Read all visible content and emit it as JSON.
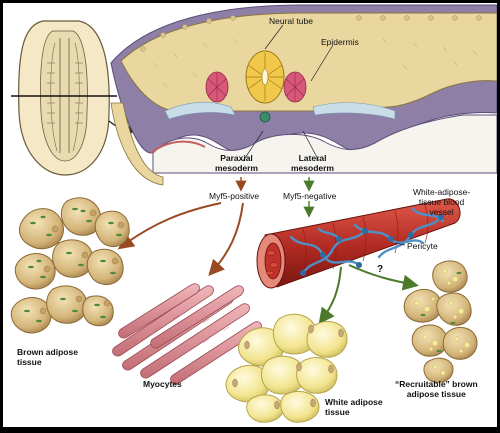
{
  "labels": {
    "neural_tube": "Neural tube",
    "epidermis": "Epidermis",
    "paraxial_mesoderm": "Paraxial\nmesoderm",
    "lateral_mesoderm": "Lateral\nmesoderm",
    "myf5_positive": "Myf5-positive",
    "myf5_negative": "Myf5-negative",
    "white_adipose_vessel": "White-adipose-\ntissue blood\nvessel",
    "pericyte": "Pericyte",
    "question_mark": "?",
    "brown_adipose_tissue": "Brown adipose\ntissue",
    "myocytes": "Myocytes",
    "white_adipose_tissue": "White adipose\ntissue",
    "recruitable_brown": "“Recruitable” brown\nadipose tissue"
  },
  "colors": {
    "border": "#000000",
    "background": "#ffffff",
    "epidermis_beige": "#ead7a0",
    "tissue_purple": "#8e7fa6",
    "mesoderm_blue": "#c8dde8",
    "neural_tube_yellow": "#f2c84b",
    "somite_pink": "#d9587a",
    "brown_fat": "#d9c08a",
    "brown_fat_dots": "#4d8a3c",
    "myocyte_pink": "#d98b93",
    "white_fat": "#f4ea9c",
    "vessel_red": "#c0332a",
    "pericyte_blue": "#4f8fc7",
    "arrow_brown": "#9a4a22",
    "arrow_green": "#4b7b2a",
    "arrow_black": "#222222"
  }
}
